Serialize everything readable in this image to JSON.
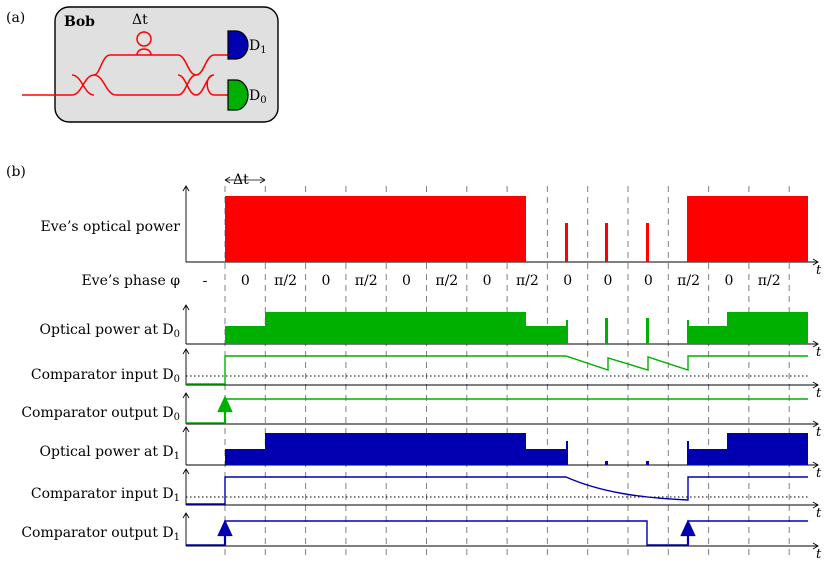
{
  "panel_a": {
    "label": "(a)",
    "box_title": "Bob",
    "delay_label": "Δt",
    "detector_top": "D",
    "detector_top_sub": "1",
    "detector_bottom": "D",
    "detector_bottom_sub": "0"
  },
  "panel_b": {
    "label": "(b)",
    "interval_label": "Δt",
    "axis_letter": "t",
    "rows": [
      {
        "label": "Eve’s optical power"
      },
      {
        "label": "Eve’s phase φ"
      },
      {
        "label": "Optical power at D",
        "sub": "0"
      },
      {
        "label": "Comparator input D",
        "sub": "0"
      },
      {
        "label": "Comparator output D",
        "sub": "0"
      },
      {
        "label": "Optical power at D",
        "sub": "1"
      },
      {
        "label": "Comparator input D",
        "sub": "1"
      },
      {
        "label": "Comparator output D",
        "sub": "1"
      }
    ],
    "phases": [
      "-",
      "0",
      "π/2",
      "0",
      "π/2",
      "0",
      "π/2",
      "0",
      "π/2",
      "0",
      "0",
      "0",
      "π/2",
      "0",
      "π/2"
    ]
  },
  "colors": {
    "red": "#ff0000",
    "green": "#00b000",
    "blue": "#0000b0",
    "box_fill": "#e0e0e0",
    "grid": "#808080"
  }
}
